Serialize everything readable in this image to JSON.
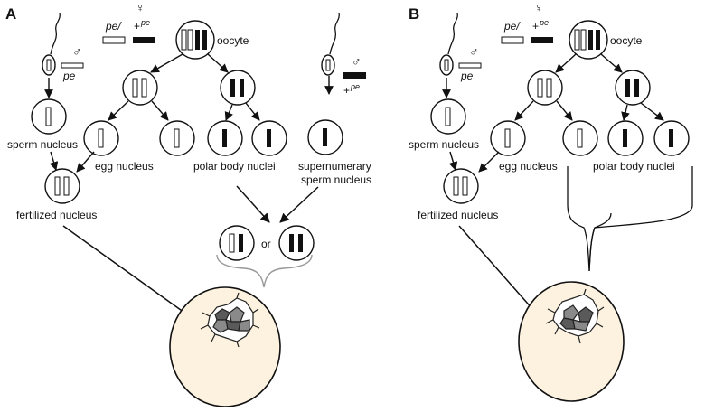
{
  "panels": [
    {
      "letter": "A",
      "labels": {
        "oocyte": "oocyte",
        "sperm_nucleus": "sperm nucleus",
        "egg_nucleus": "egg nucleus",
        "polar_body_nuclei": "polar body nuclei",
        "supernumerary_1": "supernumerary",
        "supernumerary_2": "sperm nucleus",
        "fertilized_nucleus": "fertilized nucleus",
        "or": "or"
      },
      "genotypes": {
        "female_symbol": "♀",
        "male_symbol": "♂",
        "pe_female": "pe/",
        "plus": "+",
        "pe_sup": "pe",
        "pe_male": "pe"
      }
    },
    {
      "letter": "B",
      "labels": {
        "oocyte": "oocyte",
        "sperm_nucleus": "sperm nucleus",
        "egg_nucleus": "egg nucleus",
        "polar_body_nuclei": "polar body nuclei",
        "fertilized_nucleus": "fertilized nucleus"
      },
      "genotypes": {
        "female_symbol": "♀",
        "male_symbol": "♂",
        "pe_female": "pe/",
        "plus": "+",
        "pe_sup": "pe",
        "pe_male": "pe"
      }
    }
  ],
  "colors": {
    "egg_fill": "#fdf2df",
    "chromosome_light": "#ffffff",
    "chromosome_dark": "#111111",
    "cell_mid": "#8a8a8a",
    "cell_dark": "#5a5a5a",
    "bracket": "#999999"
  }
}
